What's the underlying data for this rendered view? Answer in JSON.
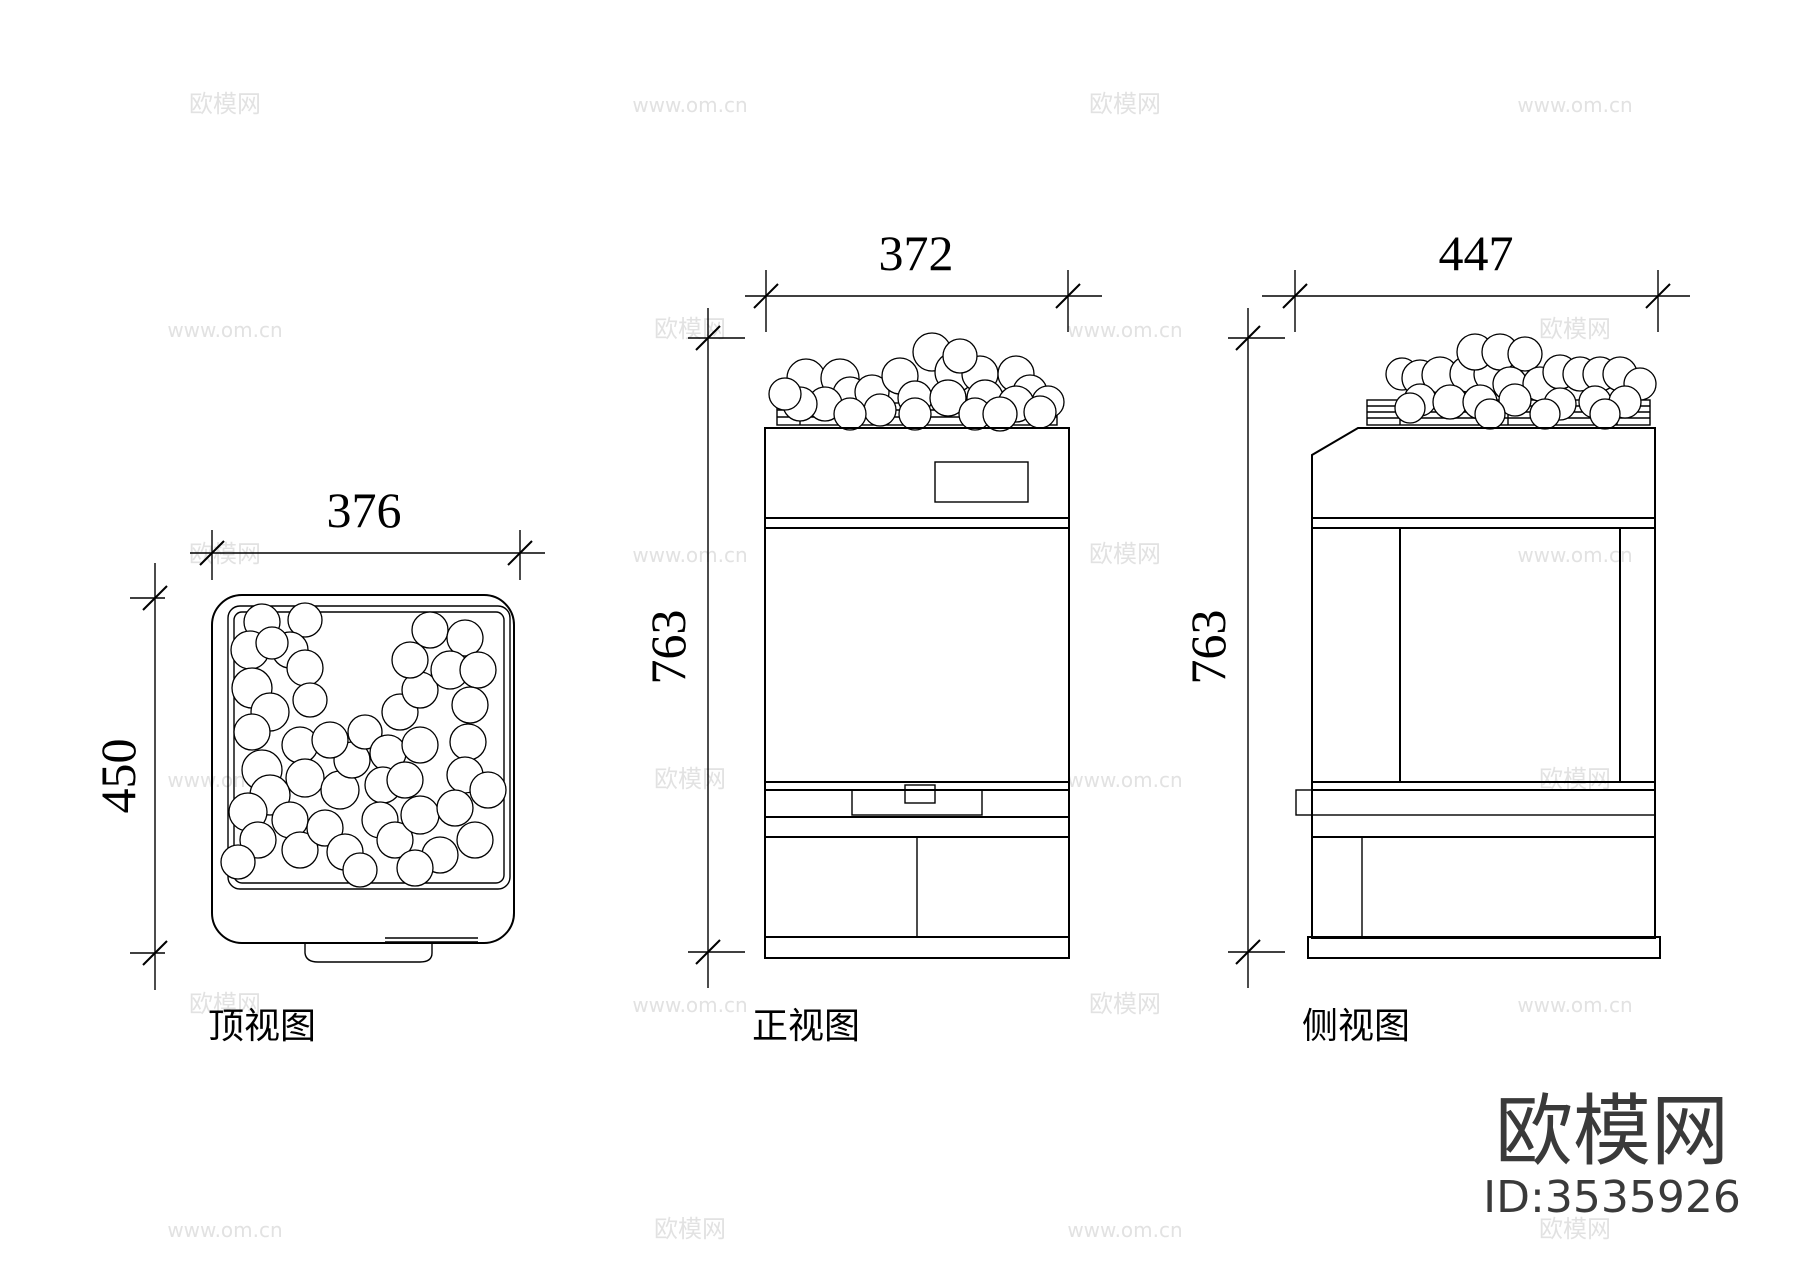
{
  "views": {
    "top": {
      "label": "顶视图",
      "width": "376",
      "depth": "450"
    },
    "front": {
      "label": "正视图",
      "width": "372",
      "height": "763"
    },
    "side": {
      "label": "侧视图",
      "width": "447",
      "height": "763"
    }
  },
  "brand": {
    "name": "欧模网",
    "id": "ID:3535926"
  },
  "watermark": {
    "site_name": "欧模网",
    "url": "www.om.cn"
  },
  "colors": {
    "line": "#000000",
    "watermark": "#e2e2e2",
    "brand": "#3a3a3a"
  }
}
